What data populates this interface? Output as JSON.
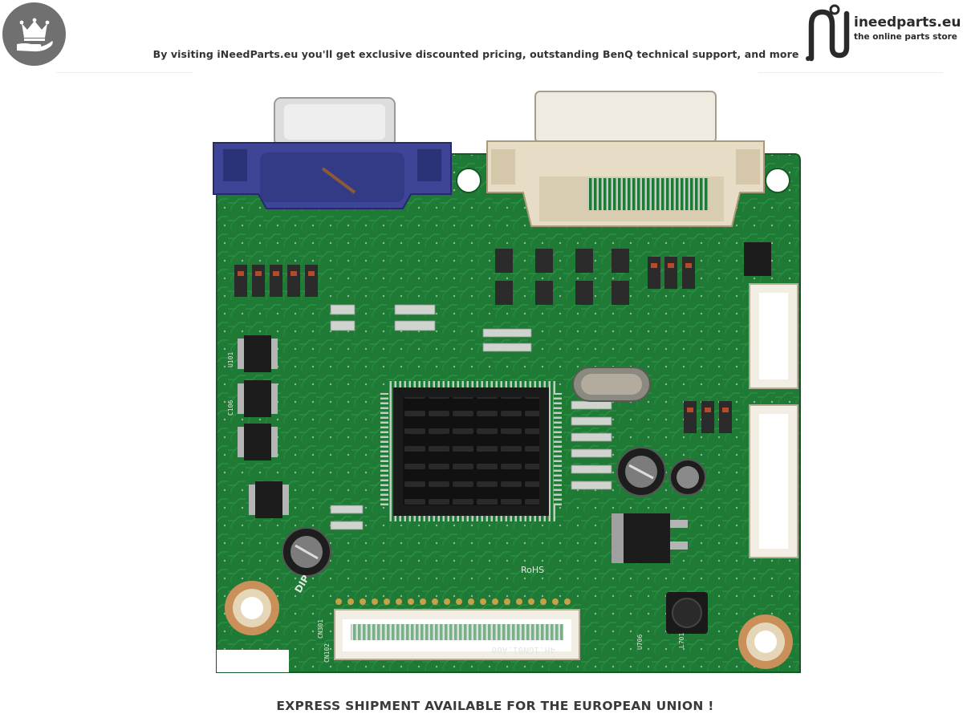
{
  "header": {
    "badge_icon": "crown-on-hand-icon",
    "tagline": "By visiting iNeedParts.eu you'll get exclusive discounted pricing, outstanding BenQ technical support, and more",
    "logo": {
      "icon": "n-plug-logo-icon",
      "name": "ineedparts.eu",
      "subtitle": "the online parts store"
    }
  },
  "product_photo": {
    "subject": "main-board-pcb",
    "silkscreen": {
      "board_code": "4H.1GN01.A00",
      "rohs": "RoHS",
      "label_dip": "DIP",
      "label_cn301": "CN301",
      "label_cn102": "CN102",
      "label_l701": "L701",
      "label_u706": "U706",
      "label_c106": "C106",
      "label_u101": "U101"
    },
    "colors": {
      "pcb": "#1f7a35",
      "vga_connector": "#3e4596",
      "dvi_connector": "#e7dcc6"
    }
  },
  "footer": {
    "notice": "EXPRESS SHIPMENT AVAILABLE FOR THE EUROPEAN UNION !"
  }
}
